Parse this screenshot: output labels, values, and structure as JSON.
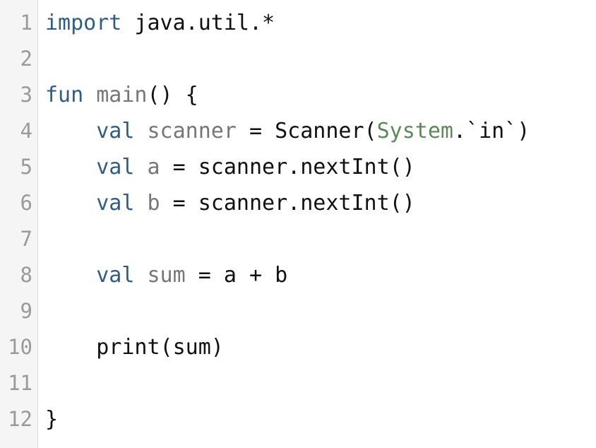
{
  "editor": {
    "line_numbers": [
      "1",
      "2",
      "3",
      "4",
      "5",
      "6",
      "7",
      "8",
      "9",
      "10",
      "11",
      "12"
    ],
    "lines": [
      [
        {
          "t": "import",
          "c": "kw"
        },
        {
          "t": " java.util.*",
          "c": "plain"
        }
      ],
      [],
      [
        {
          "t": "fun",
          "c": "kw"
        },
        {
          "t": " ",
          "c": "plain"
        },
        {
          "t": "main",
          "c": "id"
        },
        {
          "t": "() {",
          "c": "plain"
        }
      ],
      [
        {
          "t": "    ",
          "c": "plain"
        },
        {
          "t": "val",
          "c": "kw"
        },
        {
          "t": " ",
          "c": "plain"
        },
        {
          "t": "scanner",
          "c": "id"
        },
        {
          "t": " = Scanner(",
          "c": "plain"
        },
        {
          "t": "System",
          "c": "type"
        },
        {
          "t": ".`in`)",
          "c": "plain"
        }
      ],
      [
        {
          "t": "    ",
          "c": "plain"
        },
        {
          "t": "val",
          "c": "kw"
        },
        {
          "t": " ",
          "c": "plain"
        },
        {
          "t": "a",
          "c": "id"
        },
        {
          "t": " = scanner.nextInt()",
          "c": "plain"
        }
      ],
      [
        {
          "t": "    ",
          "c": "plain"
        },
        {
          "t": "val",
          "c": "kw"
        },
        {
          "t": " ",
          "c": "plain"
        },
        {
          "t": "b",
          "c": "id"
        },
        {
          "t": " = scanner.nextInt()",
          "c": "plain"
        }
      ],
      [],
      [
        {
          "t": "    ",
          "c": "plain"
        },
        {
          "t": "val",
          "c": "kw"
        },
        {
          "t": " ",
          "c": "plain"
        },
        {
          "t": "sum",
          "c": "id"
        },
        {
          "t": " = a + b",
          "c": "plain"
        }
      ],
      [],
      [
        {
          "t": "    print(sum)",
          "c": "plain"
        }
      ],
      [],
      [
        {
          "t": "}",
          "c": "plain"
        }
      ]
    ]
  },
  "colors": {
    "keyword": "#2f5d8a",
    "identifier": "#777777",
    "type": "#5b8a57",
    "text": "#111111",
    "gutter_bg": "#f5f5f5",
    "line_number": "#9a9a9a"
  }
}
